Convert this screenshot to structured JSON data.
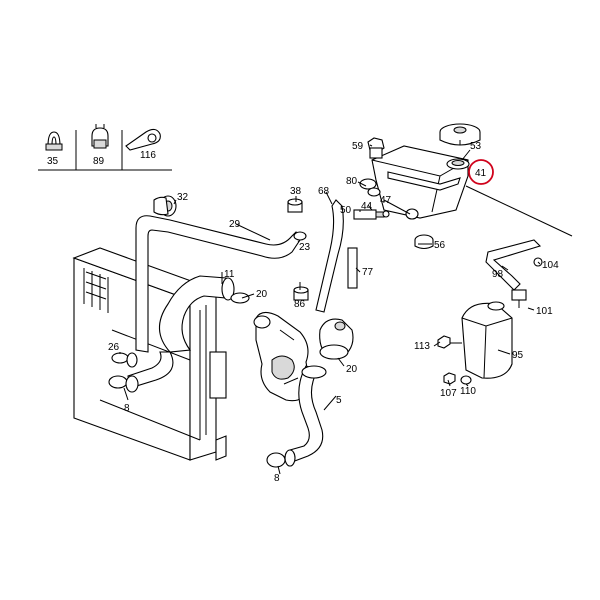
{
  "diagram": {
    "labels": {
      "l35": "35",
      "l89": "89",
      "l116": "116",
      "l59": "59",
      "l53": "53",
      "l41": "41",
      "l32": "32",
      "l38": "38",
      "l68": "68",
      "l80": "80",
      "l29": "29",
      "l50": "50",
      "l44": "44",
      "l47": "47",
      "l23": "23",
      "l56": "56",
      "l11": "11",
      "l20a": "20",
      "l86": "86",
      "l77": "77",
      "l98": "98",
      "l104": "104",
      "l101": "101",
      "l26": "26",
      "l113": "113",
      "l95": "95",
      "l8a": "8",
      "l20b": "20",
      "l5": "5",
      "l107": "107",
      "l110": "110",
      "l8b": "8"
    },
    "highlight": {
      "label": "41",
      "color": "#d0021b"
    },
    "line_color": "#000000",
    "background": "#ffffff"
  }
}
